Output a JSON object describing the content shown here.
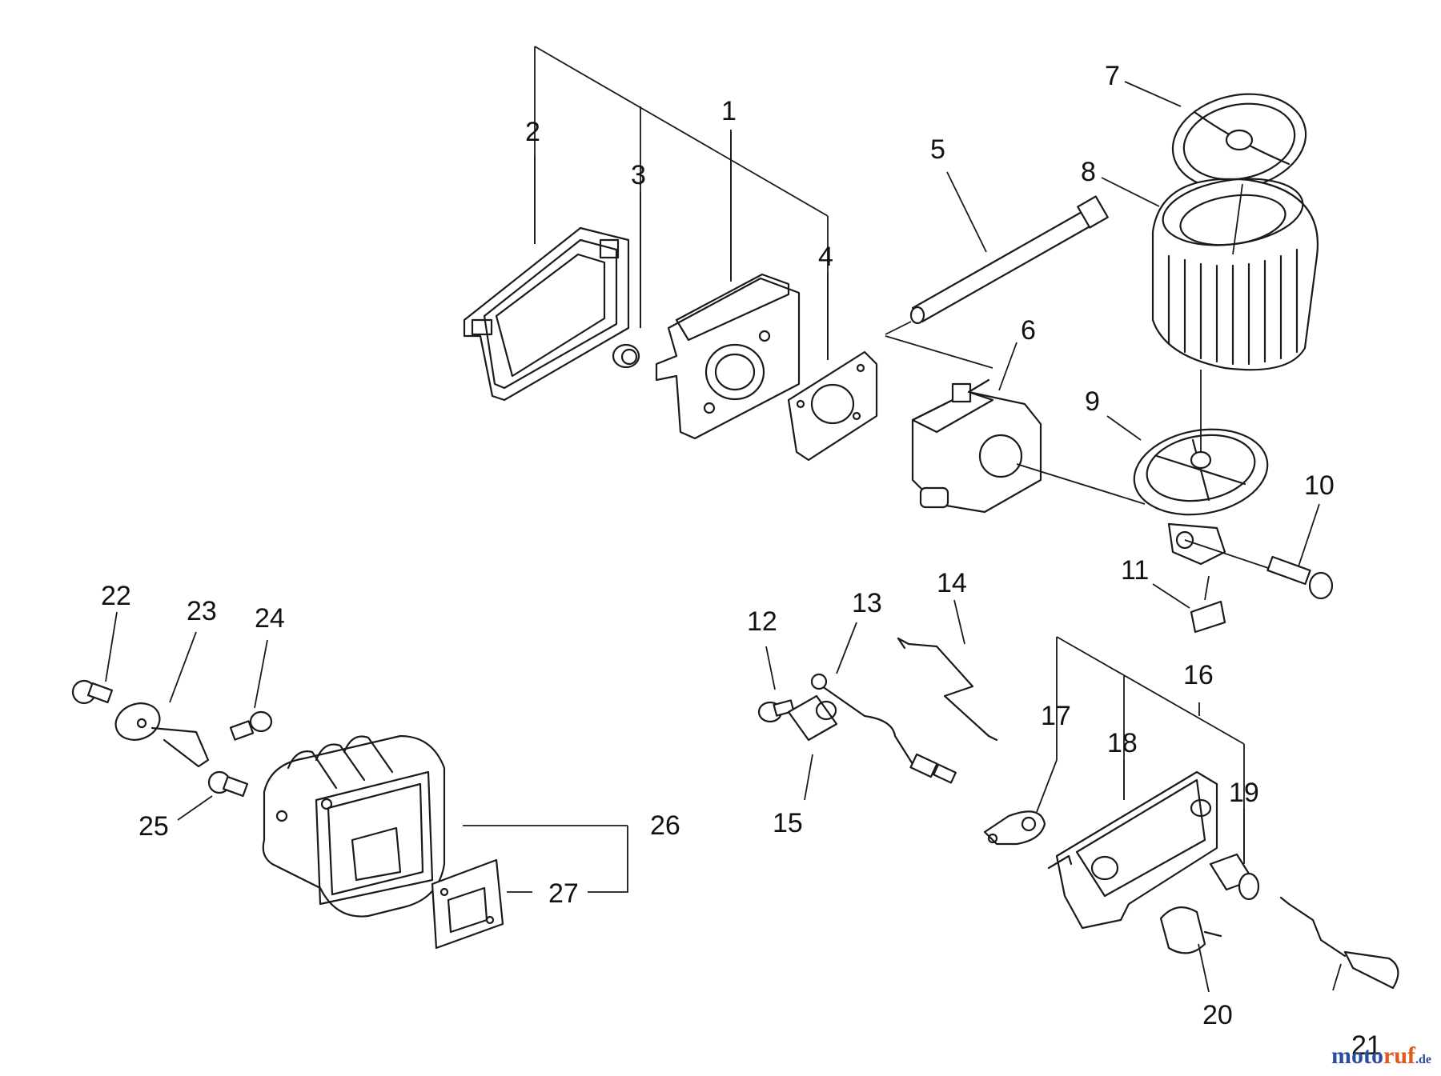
{
  "labels": {
    "p1": "1",
    "p2": "2",
    "p3": "3",
    "p4": "4",
    "p5": "5",
    "p6": "6",
    "p7": "7",
    "p8": "8",
    "p9": "9",
    "p10": "10",
    "p11": "11",
    "p12": "12",
    "p13": "13",
    "p14": "14",
    "p15": "15",
    "p16": "16",
    "p17": "17",
    "p18": "18",
    "p19": "19",
    "p20": "20",
    "p21": "21",
    "p22": "22",
    "p23": "23",
    "p24": "24",
    "p25": "25",
    "p26": "26",
    "p27": "27"
  },
  "watermark": {
    "part1": "moto",
    "part2": "ruf",
    "part3": ".de"
  }
}
